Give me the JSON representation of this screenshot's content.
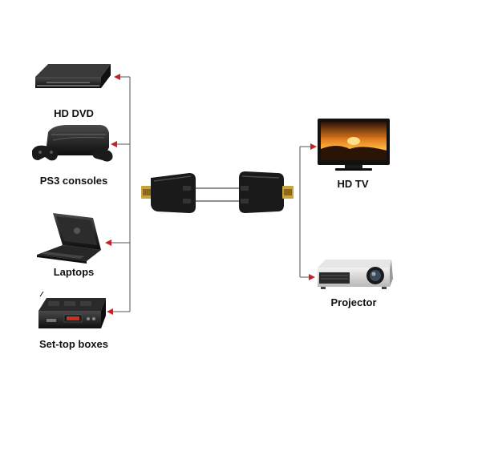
{
  "diagram": {
    "sources": [
      {
        "label": "HD DVD",
        "icon": "dvd-player-icon"
      },
      {
        "label": "PS3 consoles",
        "icon": "game-console-icon"
      },
      {
        "label": "Laptops",
        "icon": "laptop-icon"
      },
      {
        "label": "Set-top boxes",
        "icon": "set-top-box-icon"
      }
    ],
    "adapter": {
      "icon": "hdmi-extender-adapter-icon"
    },
    "outputs": [
      {
        "label": "HD TV",
        "icon": "tv-icon"
      },
      {
        "label": "Projector",
        "icon": "projector-icon"
      }
    ],
    "colors": {
      "arrow": "#c0252a",
      "line": "#555555",
      "device_dark": "#1a1a1a",
      "plug_gold": "#c9a23a"
    }
  }
}
